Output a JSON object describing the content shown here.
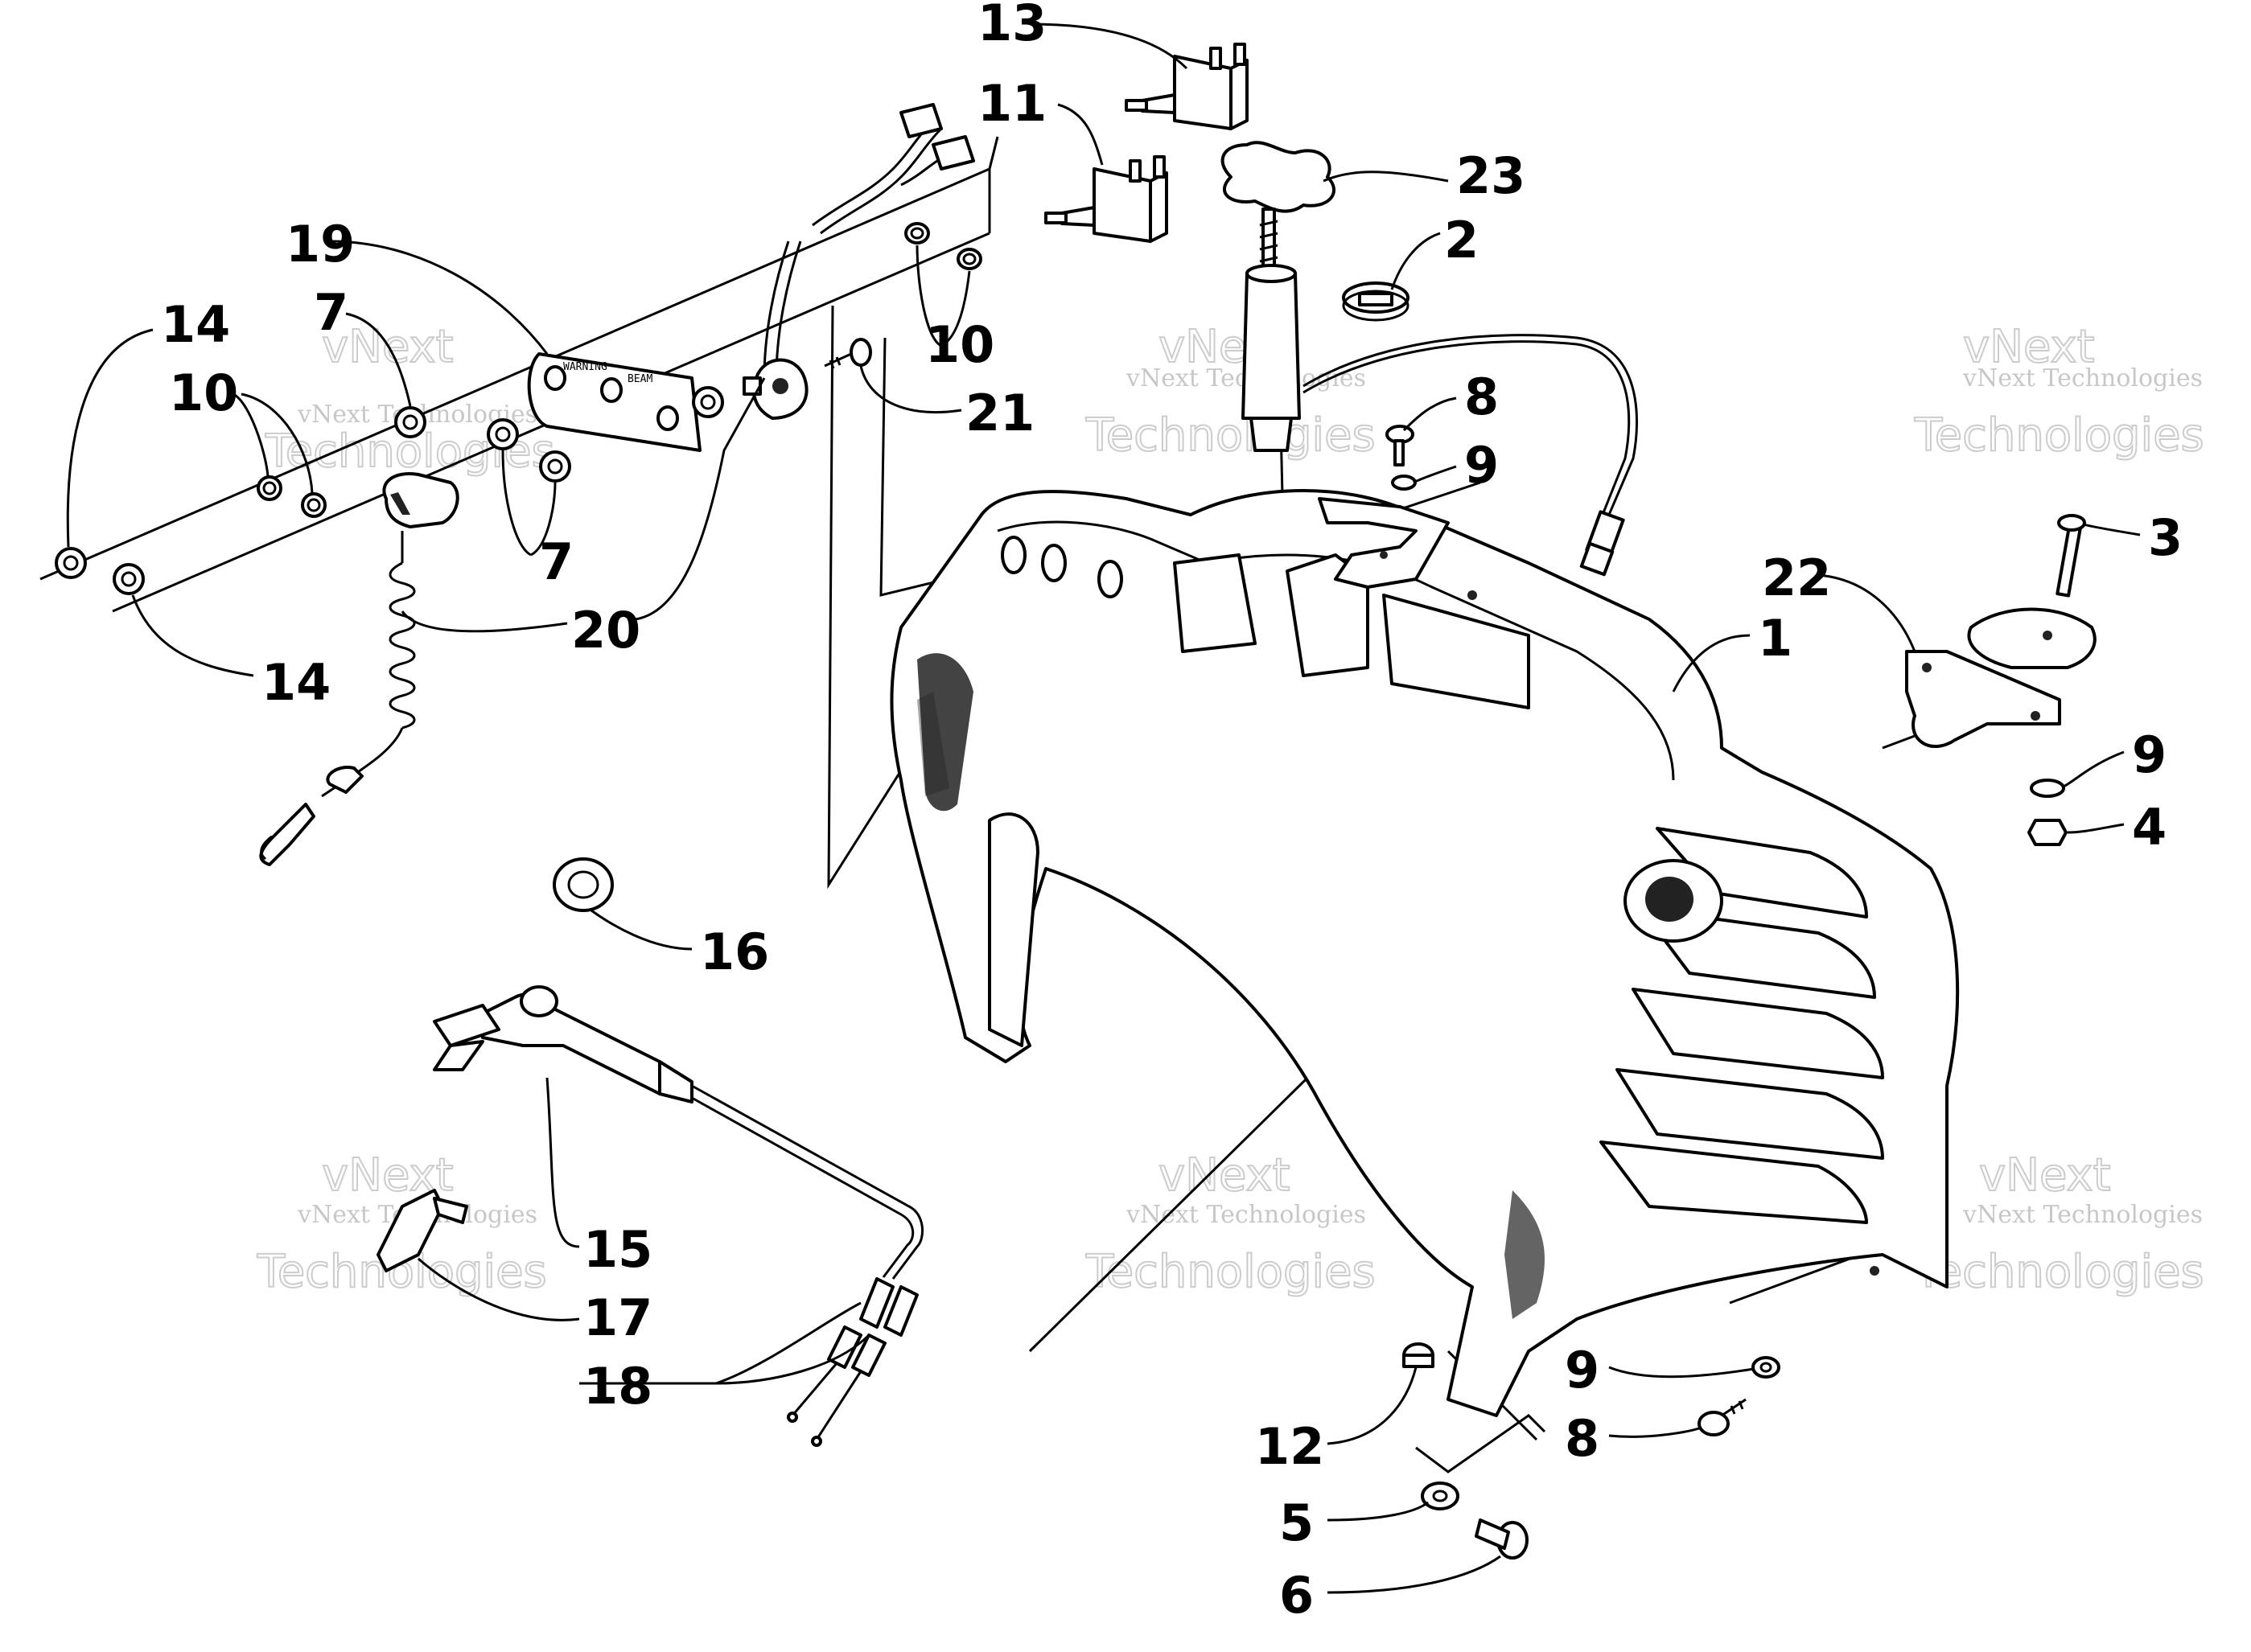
{
  "callouts": [
    {
      "id": "c13",
      "label": "13"
    },
    {
      "id": "c11",
      "label": "11"
    },
    {
      "id": "c23",
      "label": "23"
    },
    {
      "id": "c2",
      "label": "2"
    },
    {
      "id": "c19",
      "label": "19"
    },
    {
      "id": "c7a",
      "label": "7"
    },
    {
      "id": "c14a",
      "label": "14"
    },
    {
      "id": "c10a",
      "label": "10"
    },
    {
      "id": "c10b",
      "label": "10"
    },
    {
      "id": "c21",
      "label": "21"
    },
    {
      "id": "c8a",
      "label": "8"
    },
    {
      "id": "c9a",
      "label": "9"
    },
    {
      "id": "c3",
      "label": "3"
    },
    {
      "id": "c22",
      "label": "22"
    },
    {
      "id": "c1",
      "label": "1"
    },
    {
      "id": "c9b",
      "label": "9"
    },
    {
      "id": "c4",
      "label": "4"
    },
    {
      "id": "c7b",
      "label": "7"
    },
    {
      "id": "c20",
      "label": "20"
    },
    {
      "id": "c14b",
      "label": "14"
    },
    {
      "id": "c16",
      "label": "16"
    },
    {
      "id": "c15",
      "label": "15"
    },
    {
      "id": "c17",
      "label": "17"
    },
    {
      "id": "c18",
      "label": "18"
    },
    {
      "id": "c9c",
      "label": "9"
    },
    {
      "id": "c8b",
      "label": "8"
    },
    {
      "id": "c12",
      "label": "12"
    },
    {
      "id": "c5",
      "label": "5"
    },
    {
      "id": "c6",
      "label": "6"
    }
  ],
  "watermark": {
    "line1": "vNext",
    "line2": "vNext Technologies",
    "line3": "Technologies"
  },
  "plate_text": {
    "l1": "WARNING",
    "l2": "BEAM"
  }
}
